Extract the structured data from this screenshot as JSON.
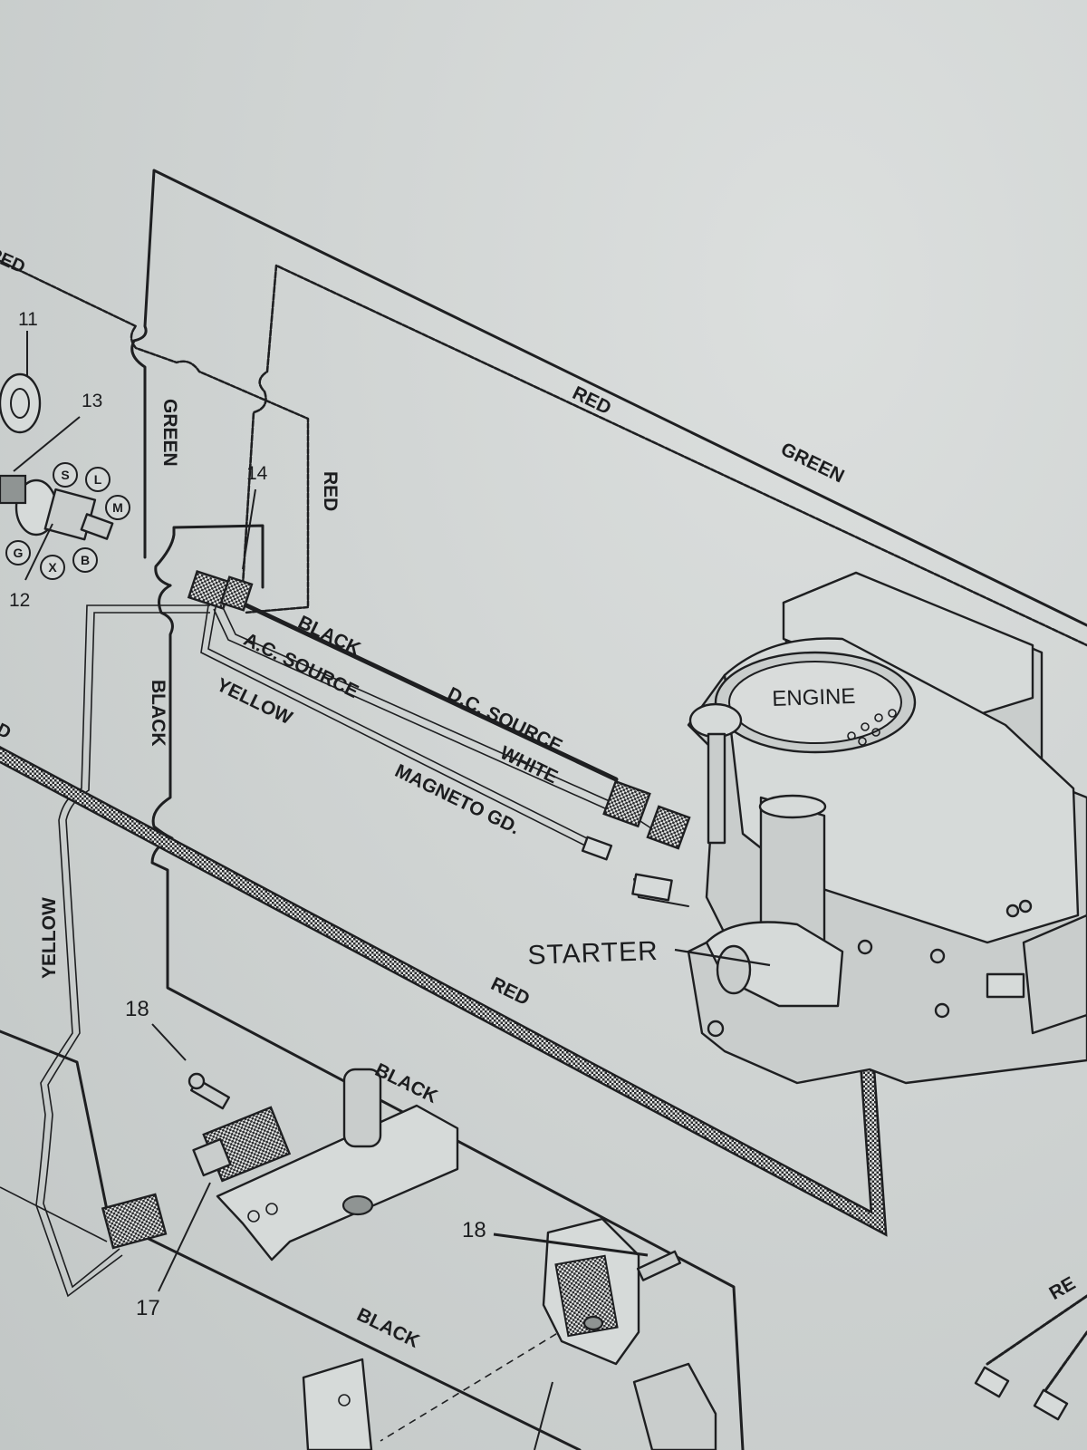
{
  "diagram": {
    "wire_labels": {
      "red_top_left": "RED",
      "green_vertical": "GREEN",
      "red_vertical": "RED",
      "red_long": "RED",
      "green_long": "GREEN",
      "black_harness": "BLACK",
      "ac_source": "A.C. SOURCE",
      "yellow_harness": "YELLOW",
      "dc_source": "D.C. SOURCE",
      "white": "WHITE",
      "magneto_gd": "MAGNETO GD.",
      "black_vertical": "BLACK",
      "yellow_vertical": "YELLOW",
      "red_battery": "RED",
      "black_lower": "BLACK",
      "black_bottom": "BLACK",
      "red_edge_right": "RE",
      "red_edge_left": "D"
    },
    "component_labels": {
      "engine": "ENGINE",
      "starter": "STARTER"
    },
    "part_numbers": {
      "n11": "11",
      "n13": "13",
      "n14": "14",
      "n12": "12",
      "n18_a": "18",
      "n18_b": "18",
      "n17": "17"
    },
    "ignition_switch_terminals": [
      "S",
      "L",
      "M",
      "G",
      "X",
      "B"
    ]
  }
}
